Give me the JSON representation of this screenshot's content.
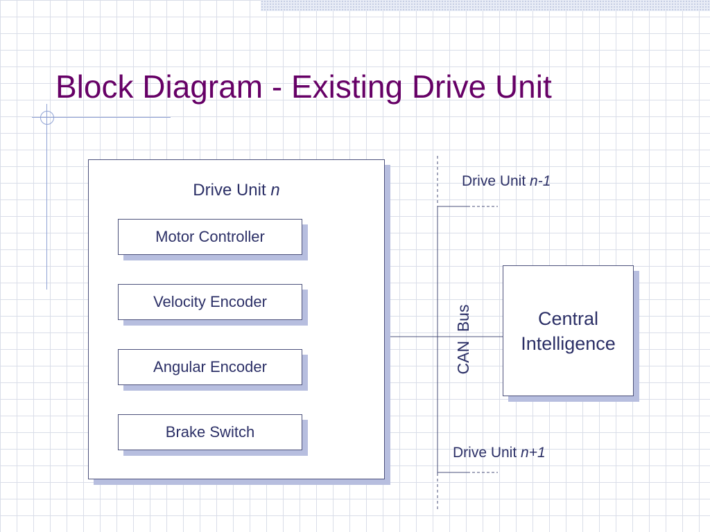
{
  "title": "Block Diagram - Existing Drive Unit",
  "drive_unit": {
    "label": "Drive Unit ",
    "var": "n"
  },
  "components": [
    "Motor Controller",
    "Velocity Encoder",
    "Angular Encoder",
    "Brake Switch"
  ],
  "bus_label": "CAN  Bus",
  "central": {
    "line1": "Central",
    "line2": "Intelligence"
  },
  "unit_above": {
    "label": "Drive Unit ",
    "var": "n-1"
  },
  "unit_below": {
    "label": "Drive Unit ",
    "var": "n+1"
  },
  "colors": {
    "title": "#660066",
    "text": "#2b2f66",
    "line": "#4a4f7a",
    "shadow": "#b7bedf"
  }
}
